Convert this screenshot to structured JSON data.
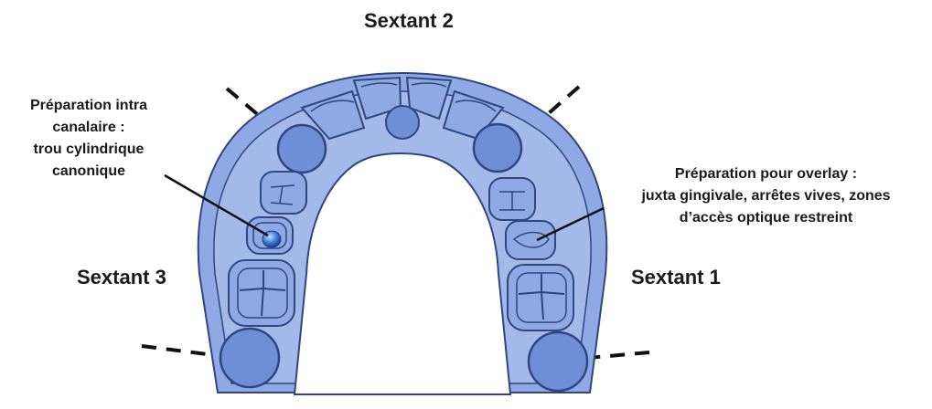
{
  "sextants": {
    "top": "Sextant 2",
    "left": "Sextant 3",
    "right": "Sextant 1"
  },
  "annotations": {
    "intra_canal": [
      "Préparation intra",
      "canalaire :",
      "trou cylindrique",
      "canonique"
    ],
    "overlay": [
      "Préparation pour overlay :",
      "juxta gingivale, arrêtes vives, zones",
      "d’accès optique restreint"
    ]
  },
  "colors": {
    "arch_fill": "#8ea9e3",
    "arch_inner": "#a3b9ea",
    "outline": "#2f4680",
    "tooth_dark": "#6e8fd6",
    "dashes": "#111111",
    "text": "#1a1a1a"
  }
}
